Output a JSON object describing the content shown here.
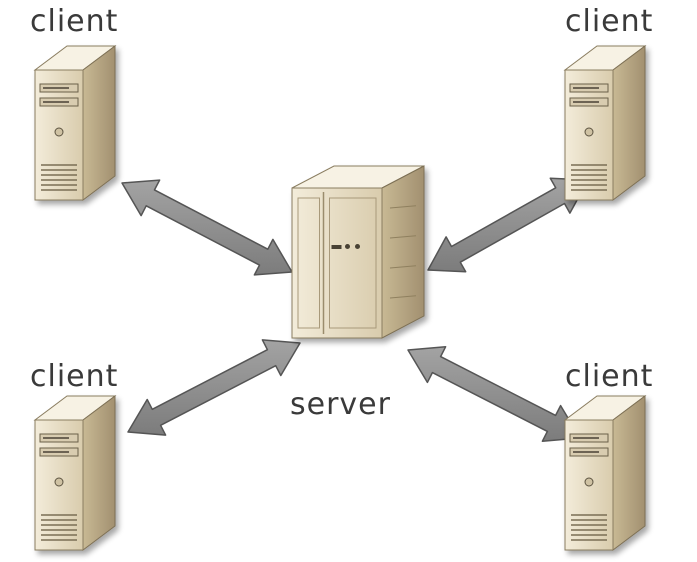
{
  "labels": {
    "client_top_left": "client",
    "client_top_right": "client",
    "client_bottom_left": "client",
    "client_bottom_right": "client",
    "server": "server"
  },
  "nodes": [
    {
      "id": "server",
      "kind": "server"
    },
    {
      "id": "client_top_left",
      "kind": "client"
    },
    {
      "id": "client_top_right",
      "kind": "client"
    },
    {
      "id": "client_bottom_left",
      "kind": "client"
    },
    {
      "id": "client_bottom_right",
      "kind": "client"
    }
  ],
  "edges": [
    {
      "from": "server",
      "to": "client_top_left",
      "direction": "bidirectional"
    },
    {
      "from": "server",
      "to": "client_top_right",
      "direction": "bidirectional"
    },
    {
      "from": "server",
      "to": "client_bottom_left",
      "direction": "bidirectional"
    },
    {
      "from": "server",
      "to": "client_bottom_right",
      "direction": "bidirectional"
    }
  ],
  "colors": {
    "arrow_fill": "#8e8e8e",
    "arrow_stroke": "#555555",
    "case_front": "#e9e0c9",
    "case_side": "#b3a585",
    "case_top": "#f7f2e4",
    "label_text": "#3a3a3a"
  }
}
